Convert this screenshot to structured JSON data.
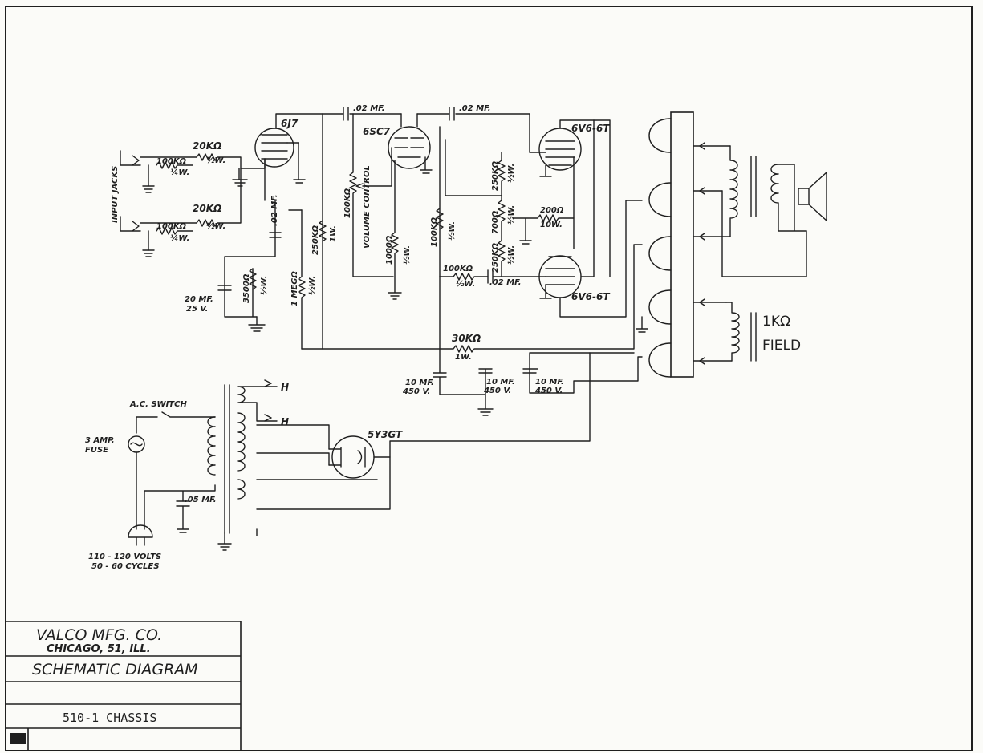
{
  "labels": {
    "input_jacks": "INPUT JACKS",
    "r_20k_1": "20KΩ",
    "r_20k_1_w": "½W.",
    "r_20k_2": "20KΩ",
    "r_20k_2_w": "½W.",
    "r_100k_1": "100KΩ",
    "r_100k_1_w": "¼W.",
    "r_100k_2": "100KΩ",
    "r_100k_2_w": "¼W.",
    "tube_6j7": "6J7",
    "tube_6sc7": "6SC7",
    "tube_6v6_1": "6V6-6T",
    "tube_6v6_2": "6V6-6T",
    "tube_5y3": "5Y3GT",
    "cap_02_1": ".02 MF.",
    "cap_02_2": ".02 MF.",
    "cap_02_3": ".02 MF.",
    "cap_02_4": ".02 MF.",
    "vol_100k": "100KΩ",
    "vol_ctrl": "VOLUME CONTROL",
    "r_250k_1": "250KΩ",
    "r_250k_1_w": "1W.",
    "r_250k_2": "250KΩ",
    "r_250k_2_w": "½W.",
    "r_250k_3": "250KΩ",
    "r_250k_3_w": "½W.",
    "r_1000": "1000Ω",
    "r_1000_w": "½W.",
    "r_100k_3": "100KΩ",
    "r_100k_3_w": "½W.",
    "r_100k_4": "100KΩ",
    "r_100k_4_w": "½W.",
    "r_700": "700Ω",
    "r_700_w": "½W.",
    "r_200": "200Ω",
    "r_200_w": "10W.",
    "r_3500": "3500Ω",
    "r_3500_w": "½W.",
    "cap_20": "20 MF.",
    "cap_20_v": "25 V.",
    "r_1meg": "1 MEGΩ",
    "r_1meg_w": "½W.",
    "r_30k": "30KΩ",
    "r_30k_w": "1W.",
    "cap_10_1": "10 MF.",
    "cap_10_1_v": "450 V.",
    "cap_10_2": "10 MF.",
    "cap_10_2_v": "450 V.",
    "cap_10_3": "10 MF.",
    "cap_10_3_v": "450 V.",
    "field_r": "1KΩ",
    "field": "FIELD",
    "h1": "H",
    "h2": "H",
    "ac_switch": "A.C. SWITCH",
    "fuse_1": "3 AMP.",
    "fuse_2": "FUSE",
    "cap_05": ".05 MF.",
    "volts": "110 - 120 VOLTS",
    "cycles": "50 - 60 CYCLES"
  },
  "title_block": {
    "company": "VALCO  MFG.  CO.",
    "city": "CHICAGO,  51,  ILL.",
    "drawing": "SCHEMATIC  DIAGRAM",
    "chassis": "510-1 CHASSIS"
  }
}
